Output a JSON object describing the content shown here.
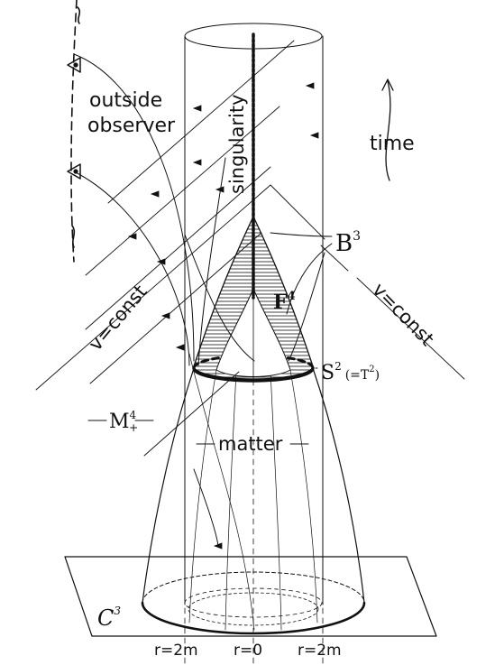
{
  "labels": {
    "outside_observer_1": "outside",
    "outside_observer_2": "observer",
    "singularity": "singularity",
    "time": "time",
    "b3": "B",
    "b3_sup": "3",
    "f4": "F",
    "f4_sup": "4",
    "v_const_left": "v=const",
    "v_const_right": "v=const",
    "s2": "S",
    "s2_sup": "2",
    "t2_paren": "(=T",
    "t2_sup": "2",
    "t2_close": ")",
    "m4": "M",
    "m4_sup": "4",
    "m4_sub": "+",
    "matter": "matter",
    "c3": "C",
    "c3_sup": "3",
    "r_2m_left": "r=2m",
    "r_0": "r=0",
    "r_2m_right": "r=2m"
  },
  "colors": {
    "ink": "#111111",
    "background": "#ffffff"
  }
}
